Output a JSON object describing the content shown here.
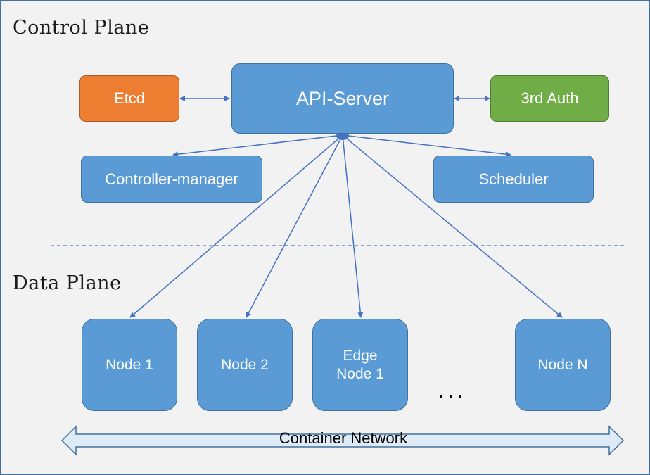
{
  "sections": {
    "control_plane": "Control Plane",
    "data_plane": "Data Plane"
  },
  "control": {
    "etcd": "Etcd",
    "api_server": "API-Server",
    "auth": "3rd Auth",
    "controller_manager": "Controller-manager",
    "scheduler": "Scheduler"
  },
  "nodes": {
    "node1": "Node 1",
    "node2": "Node 2",
    "edge_line1": "Edge",
    "edge_line2": "Node 1",
    "ellipsis": "...",
    "nodeN": "Node N"
  },
  "network": {
    "label": "Container Network"
  },
  "colors": {
    "background": "#f2f2f2",
    "box_blue": "#5b9bd5",
    "etcd_orange": "#ed7d31",
    "auth_green": "#70ad47",
    "arrow": "#4472c4",
    "network_fill": "#deebf7"
  }
}
